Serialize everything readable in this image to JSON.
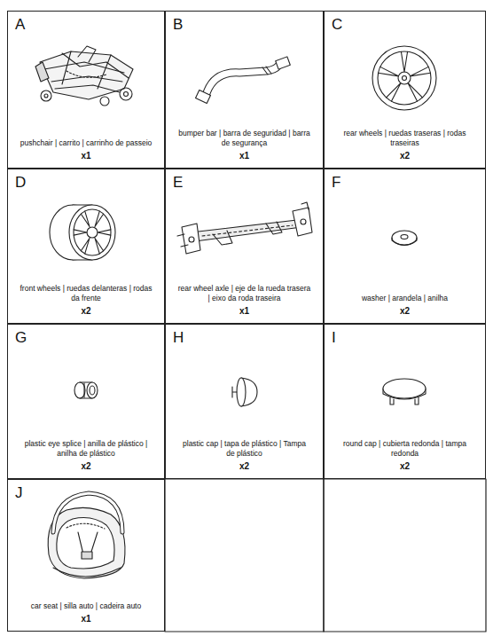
{
  "diagram": {
    "nodes": [
      {
        "text": [
          "A",
          "pushchair | carrito | carrinho de passeio",
          "x1"
        ]
      },
      {
        "text": [
          "B",
          "bumper bar | barra de seguridad | barra de segurança",
          "x1"
        ]
      },
      {
        "text": [
          "C",
          "rear wheels | ruedas traseras | rodas traseiras",
          "x2"
        ]
      },
      {
        "text": [
          "D",
          "front wheels | ruedas delanteras | rodas da frente",
          "x2"
        ]
      },
      {
        "text": [
          "E",
          "rear wheel axle | eje de la rueda trasera | eixo da roda traseira",
          "x1"
        ]
      },
      {
        "text": [
          "F",
          "washer | arandela | anilha",
          "x2"
        ]
      },
      {
        "text": [
          "G",
          "plastic eye splice | anilla de plástico | anilha de plástico",
          "x2"
        ]
      },
      {
        "text": [
          "H",
          "plastic cap | tapa de plástico | Tampa de plástico",
          "x2"
        ]
      },
      {
        "text": [
          "I",
          "round cap | cubierta redonda | tampa redonda",
          "x2"
        ]
      },
      {
        "text": [
          "J",
          "car seat | silla auto | cadeira auto",
          "x1"
        ]
      }
    ]
  }
}
